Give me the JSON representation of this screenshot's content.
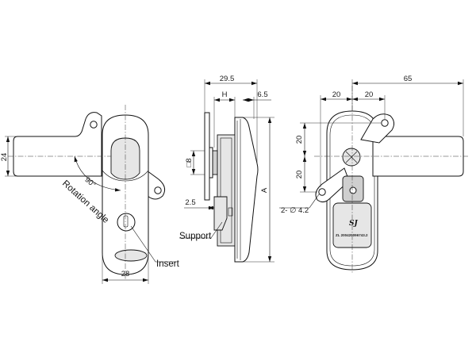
{
  "front_view": {
    "dim_width": "28",
    "dim_handle_height": "24",
    "angle": "90°",
    "rotation_label": "Rotation angle",
    "insert_label": "Insert"
  },
  "side_view": {
    "dim_overall_depth": "29.5",
    "dim_h": "H",
    "dim_plate": "6.5",
    "dim_square": "□8",
    "dim_a": "A",
    "dim_offset": "2.5",
    "support_label": "Support"
  },
  "rear_view": {
    "dim_overall_width": "65",
    "dim_hole_spacing_1": "20",
    "dim_hole_spacing_2": "20",
    "dim_vertical_1": "20",
    "dim_vertical_2": "20",
    "hole_callout": "2- ∅ 4.2",
    "brand_logo": "SJ",
    "serial_text": "ZL 200420096743.2"
  }
}
